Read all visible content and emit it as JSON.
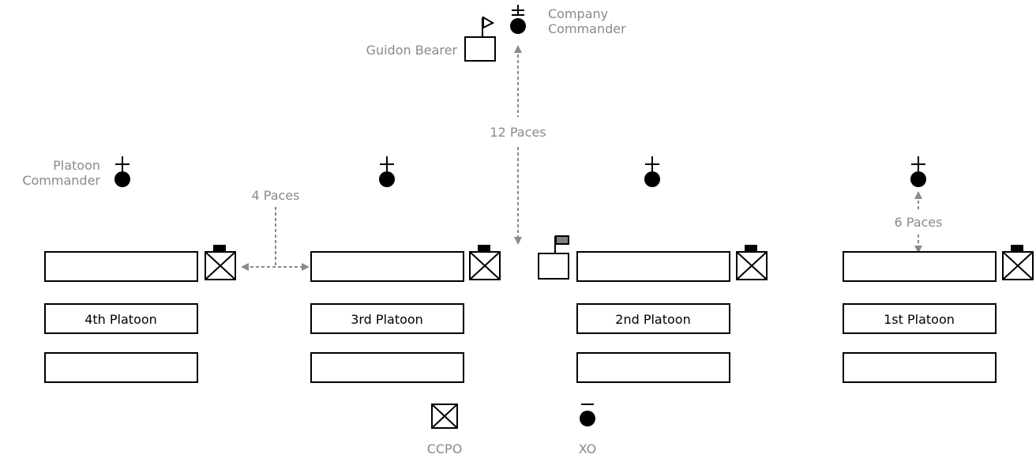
{
  "labels": {
    "company_commander": "Company\nCommander",
    "guidon_bearer": "Guidon Bearer",
    "twelve_paces": "12 Paces",
    "platoon_commander": "Platoon\nCommander",
    "four_paces": "4 Paces",
    "six_paces": "6 Paces",
    "ccpo": "CCPO",
    "xo": "XO"
  },
  "platoons": [
    "4th Platoon",
    "3rd Platoon",
    "2nd Platoon",
    "1st Platoon"
  ],
  "colors": {
    "stroke": "#000000",
    "annotation": "#8a8a8a",
    "guidon_flag": "#808080"
  }
}
